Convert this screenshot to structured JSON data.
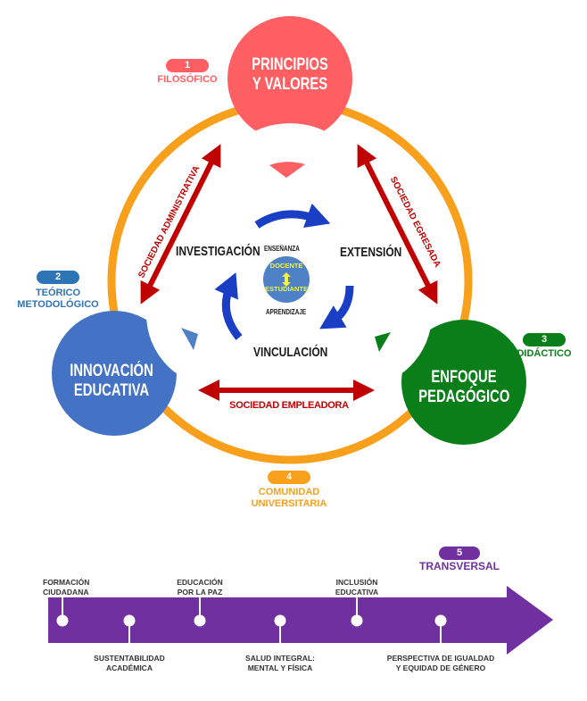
{
  "colors": {
    "principles": "#fd5f63",
    "innovation": "#4472c4",
    "pedagogical": "#0a7e19",
    "community": "#f8a01c",
    "transversal": "#7030a0",
    "society_arrow": "#c00000",
    "cycle_arrow": "#1a3fc4",
    "center_circle": "#4f81c7",
    "center_text": "#f4f63c"
  },
  "nodes": {
    "principles": {
      "line1": "PRINCIPIOS",
      "line2": "Y VALORES",
      "badge_number": "1",
      "badge_label": "FILOSÓFICO"
    },
    "innovation": {
      "line1": "INNOVACIÓN",
      "line2": "EDUCATIVA",
      "badge_number": "2",
      "badge_label_line1": "TEÓRICO",
      "badge_label_line2": "METODOLÓGICO"
    },
    "pedagogical": {
      "line1": "ENFOQUE",
      "line2": "PEDAGÓGICO",
      "badge_number": "3",
      "badge_label": "DIDÁCTICO"
    },
    "community": {
      "badge_number": "4",
      "badge_label_line1": "COMUNIDAD",
      "badge_label_line2": "UNIVERSITARIA"
    }
  },
  "society_arrows": {
    "left": "SOCIEDAD ADMINISTRATIVA",
    "right": "SOCIEDAD EGRESADA",
    "bottom": "SOCIEDAD EMPLEADORA"
  },
  "cycle": {
    "investigation": "INVESTIGACIÓN",
    "extension": "EXTENSIÓN",
    "linkage": "VINCULACIÓN",
    "teaching": "ENSEÑANZA",
    "learning": "APRENDIZAJE",
    "teacher": "DOCENTE",
    "student": "ESTUDIANTE"
  },
  "transversal": {
    "badge_number": "5",
    "badge_label": "TRANSVERSAL",
    "axes": [
      {
        "line1": "FORMACIÓN",
        "line2": "CIUDADANA",
        "position": "top"
      },
      {
        "line1": "SUSTENTABILIDAD",
        "line2": "ACADÉMICA",
        "position": "bottom"
      },
      {
        "line1": "EDUCACIÓN",
        "line2": "POR LA PAZ",
        "position": "top"
      },
      {
        "line1": "SALUD INTEGRAL:",
        "line2": "MENTAL Y FÍSICA",
        "position": "bottom"
      },
      {
        "line1": "INCLUSIÓN",
        "line2": "EDUCATIVA",
        "position": "top"
      },
      {
        "line1": "PERSPECTIVA DE IGUALDAD",
        "line2": "Y EQUIDAD DE GÉNERO",
        "position": "bottom"
      }
    ]
  }
}
